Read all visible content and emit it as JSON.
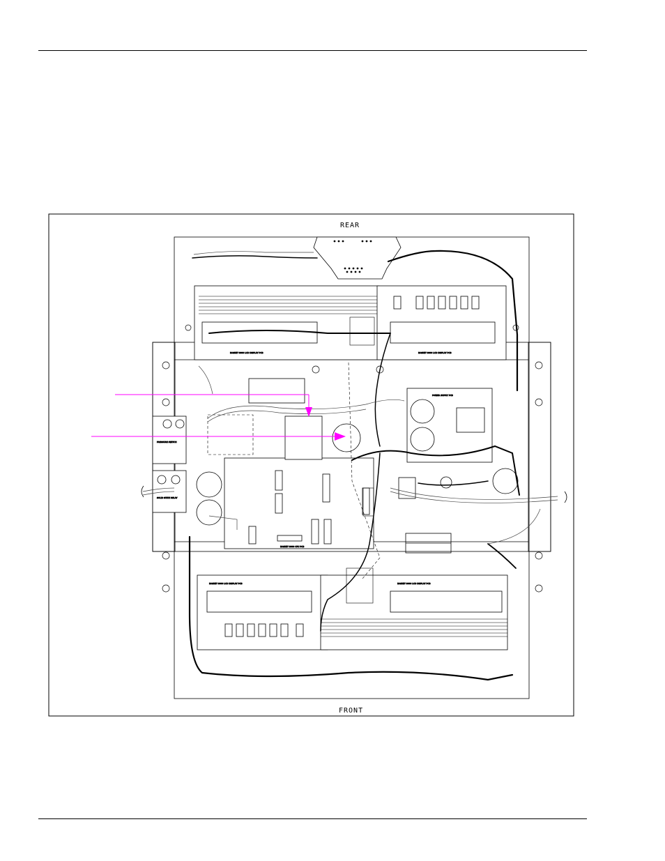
{
  "figure": {
    "label_top": "REAR",
    "label_bottom": "FRONT",
    "pcb_texts": {
      "display_rear_left": "BASKET 9900 LCD DISPLAY PCB",
      "display_rear_right": "BASKET 9900 LCD DISPLAY PCB",
      "display_front_left": "BASKET 9900 LCD DISPLAY PCB",
      "display_front_right": "BASKET 9900 LCD DISPLAY PCB",
      "cpu_board": "BASKET 9900 CPU PCB",
      "power_board": "POWER SUPPLY PCB",
      "relay_top": "PRESSURE SWITCH",
      "relay_bottom": "SOLID STATE RELAY"
    },
    "accent_color": "#ff00ff"
  }
}
